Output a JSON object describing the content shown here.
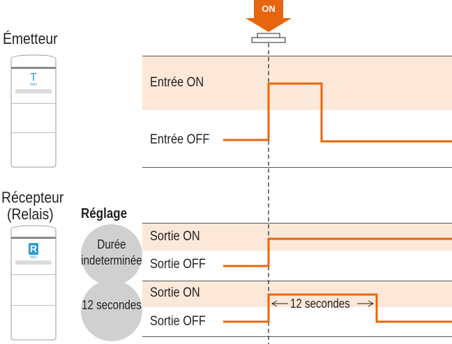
{
  "trigger": {
    "label": "ON",
    "color": "#e8650f"
  },
  "devices": {
    "emitter": {
      "title": "Émetteur",
      "badge_letter": "T",
      "badge_sub": "WiO"
    },
    "receiver": {
      "title_line1": "Récepteur",
      "title_line2": "(Relais)",
      "badge_letter": "R",
      "badge_sub": "WiO"
    }
  },
  "settings": {
    "heading": "Réglage",
    "indefinite_line1": "Durée",
    "indefinite_line2": "indeterminée",
    "timed": "12 secondes"
  },
  "timing": {
    "input_on": "Entrée ON",
    "input_off": "Entrée OFF",
    "output_on": "Sortie ON",
    "output_off": "Sortie OFF",
    "duration_label": "12 secondes"
  },
  "colors": {
    "signal": "#e8650f",
    "band": "#fbe8d8",
    "circle": "#d0d0d0",
    "badge": "#2e9bd6"
  }
}
